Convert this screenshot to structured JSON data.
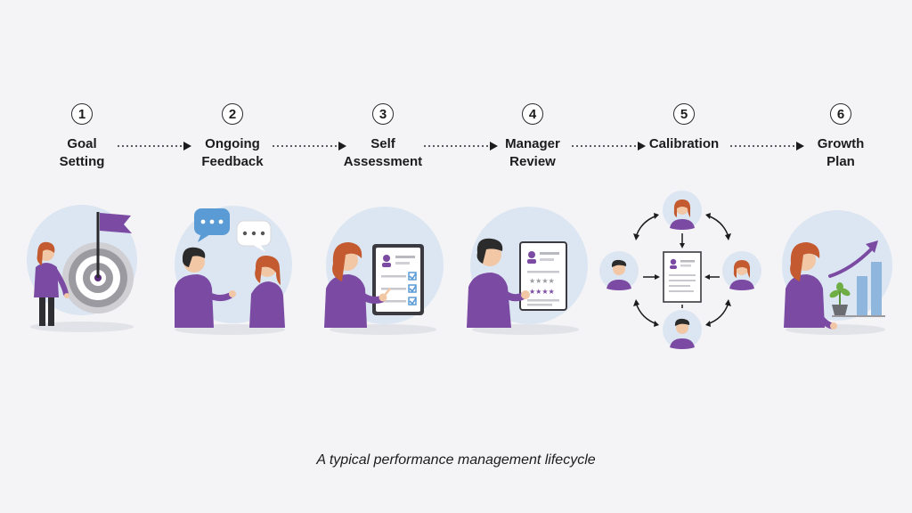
{
  "diagram": {
    "steps": [
      {
        "number": "1",
        "label_line1": "Goal",
        "label_line2": "Setting"
      },
      {
        "number": "2",
        "label_line1": "Ongoing",
        "label_line2": "Feedback"
      },
      {
        "number": "3",
        "label_line1": "Self",
        "label_line2": "Assessment"
      },
      {
        "number": "4",
        "label_line1": "Manager",
        "label_line2": "Review"
      },
      {
        "number": "5",
        "label_line1": "Calibration",
        "label_line2": ""
      },
      {
        "number": "6",
        "label_line1": "Growth",
        "label_line2": "Plan"
      }
    ],
    "caption": "A typical performance management lifecycle"
  },
  "colors": {
    "background": "#f4f4f6",
    "accent_purple": "#7b4ba3",
    "circle_blue": "#dce6f2",
    "speech_blue": "#5b9bd5",
    "hair_red": "#c35a30",
    "hair_dark": "#2b2b2b",
    "chart_blue": "#8fb6dd"
  }
}
